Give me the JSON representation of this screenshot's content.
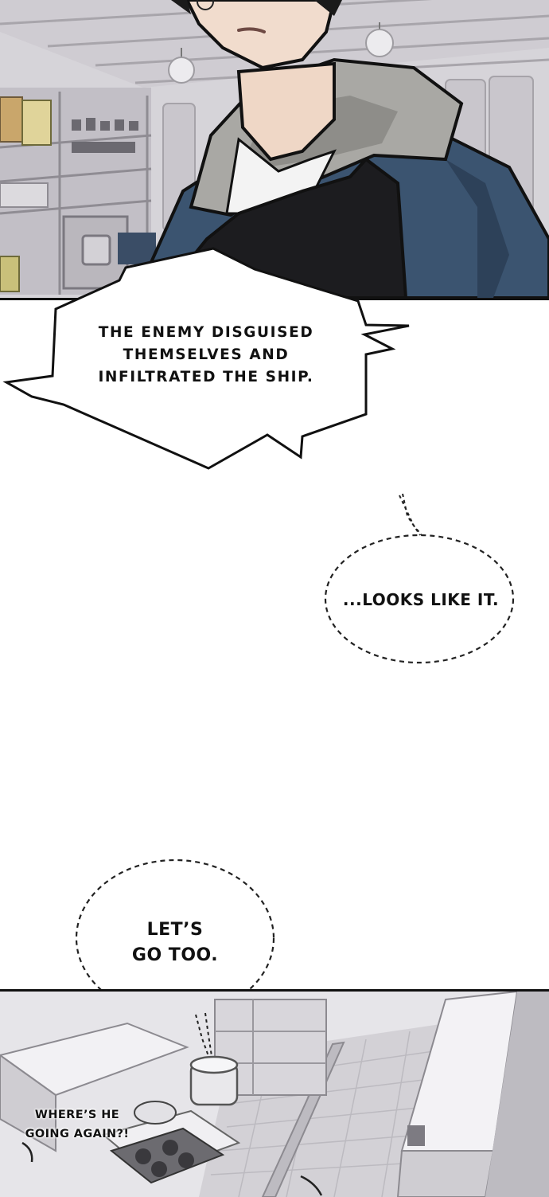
{
  "panels": {
    "top": {
      "scene": "kitchen-interior-character"
    },
    "bottom": {
      "scene": "kitchen-overhead-view"
    }
  },
  "dialogue": {
    "speech_jagged": {
      "lines": [
        "THE ENEMY DISGUISED",
        "THEMSELVES AND",
        "INFILTRATED THE SHIP."
      ]
    },
    "thought_1": {
      "lines": [
        "...LOOKS LIKE IT."
      ]
    },
    "thought_2": {
      "lines": [
        "LET’S",
        "GO TOO."
      ]
    },
    "background_caption": {
      "lines": [
        "WHERE’S HE",
        "GOING AGAIN?!"
      ]
    }
  },
  "colors": {
    "hoodie_blue": "#3b5470",
    "hoodie_gray": "#a9a8a4",
    "apron_black": "#1c1c1f",
    "kitchen_gray": "#bfbcc1",
    "border": "#111111"
  }
}
